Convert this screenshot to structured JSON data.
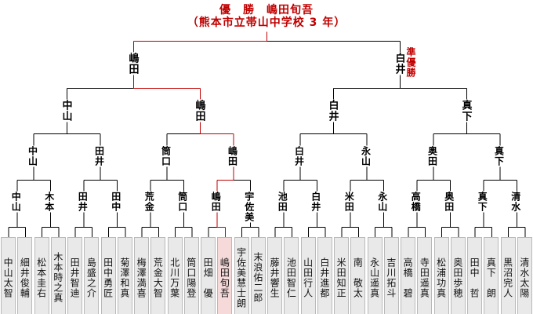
{
  "title": {
    "line1": "優　勝　嶋田旬吾",
    "line2": "（熊本市立帯山中学校 3 年）"
  },
  "runner_up_label": "準優勝",
  "champion_index": 13,
  "colors": {
    "path_red": "#c00000",
    "line_black": "#000000",
    "title_red": "#c00000",
    "box_bg": "#e9e9e9",
    "box_border": "#b9b9b9",
    "champion_box_bg": "#f6dada",
    "champion_box_border": "#dfa8a8"
  },
  "players": [
    "中山太智",
    "細井俊輔",
    "松本圭右",
    "木本時之真",
    "田井智迪",
    "島盛之介",
    "田中勇匠",
    "菊澤和真",
    "梅澤満喜",
    "荒金大智",
    "北川万葉",
    "筒口陽登",
    "田畑　優",
    "嶋田旬吾",
    "宇佐美慧士朗",
    "末浪佑二郎",
    "藤井響生",
    "池田智仁",
    "山田行人",
    "白井進都",
    "米田知正",
    "南　敬太",
    "永山遥真",
    "吉川拓斗",
    "高橋　碧",
    "寺田遥真",
    "松浦功真",
    "奥田歩穂",
    "田中　哲",
    "真下　朗",
    "黒沼完人",
    "清水太陽"
  ],
  "rounds": [
    {
      "name": "round-1",
      "winners": [
        "中山",
        "木本",
        "田井",
        "田中",
        "荒金",
        "筒口",
        "嶋田",
        "宇佐美",
        "池田",
        "白井",
        "米田",
        "永山",
        "高橋",
        "奥田",
        "真下",
        "清水"
      ]
    },
    {
      "name": "round-2",
      "winners": [
        "中山",
        "田井",
        "筒口",
        "嶋田",
        "白井",
        "永山",
        "奥田",
        "真下"
      ]
    },
    {
      "name": "quarterfinal",
      "winners": [
        "中山",
        "嶋田",
        "白井",
        "真下"
      ]
    },
    {
      "name": "semifinal",
      "winners": [
        "嶋田",
        "白井"
      ]
    },
    {
      "name": "final",
      "winners": []
    }
  ]
}
